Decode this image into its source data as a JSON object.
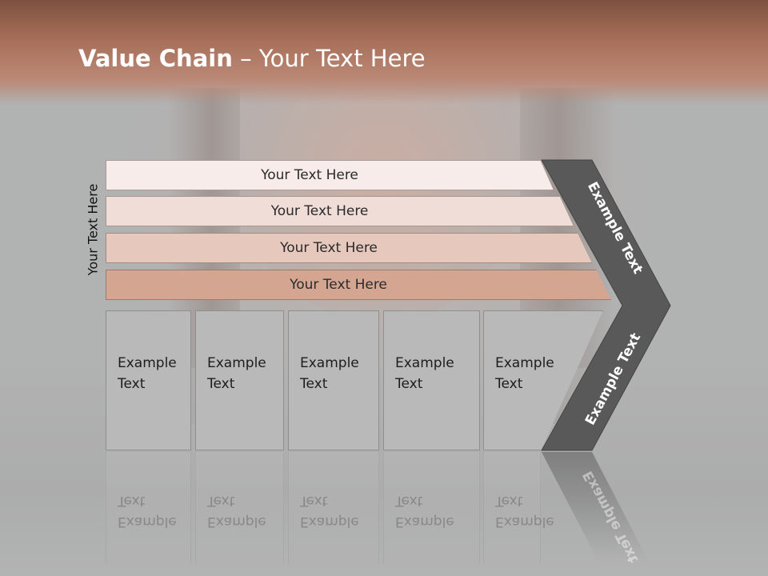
{
  "slide": {
    "title_bold": "Value Chain",
    "title_rest": " – Your Text Here",
    "side_label": "Your Text Here"
  },
  "bands": [
    {
      "label": "Your Text Here"
    },
    {
      "label": "Your Text Here"
    },
    {
      "label": "Your Text Here"
    },
    {
      "label": "Your Text Here"
    }
  ],
  "boxes": [
    {
      "label": "Example\nText"
    },
    {
      "label": "Example\nText"
    },
    {
      "label": "Example\nText"
    },
    {
      "label": "Example\nText"
    },
    {
      "label": "Example\nText"
    }
  ],
  "chevron": {
    "upper_label": "Example Text",
    "lower_label": "Example Text",
    "fill_color": "#595959"
  },
  "colors": {
    "header": "#a9705a",
    "band_colors": [
      "#f7ecea",
      "#f0ddd7",
      "#e6c8bd",
      "#d4a692"
    ],
    "box_color": "#b9b9b9"
  }
}
